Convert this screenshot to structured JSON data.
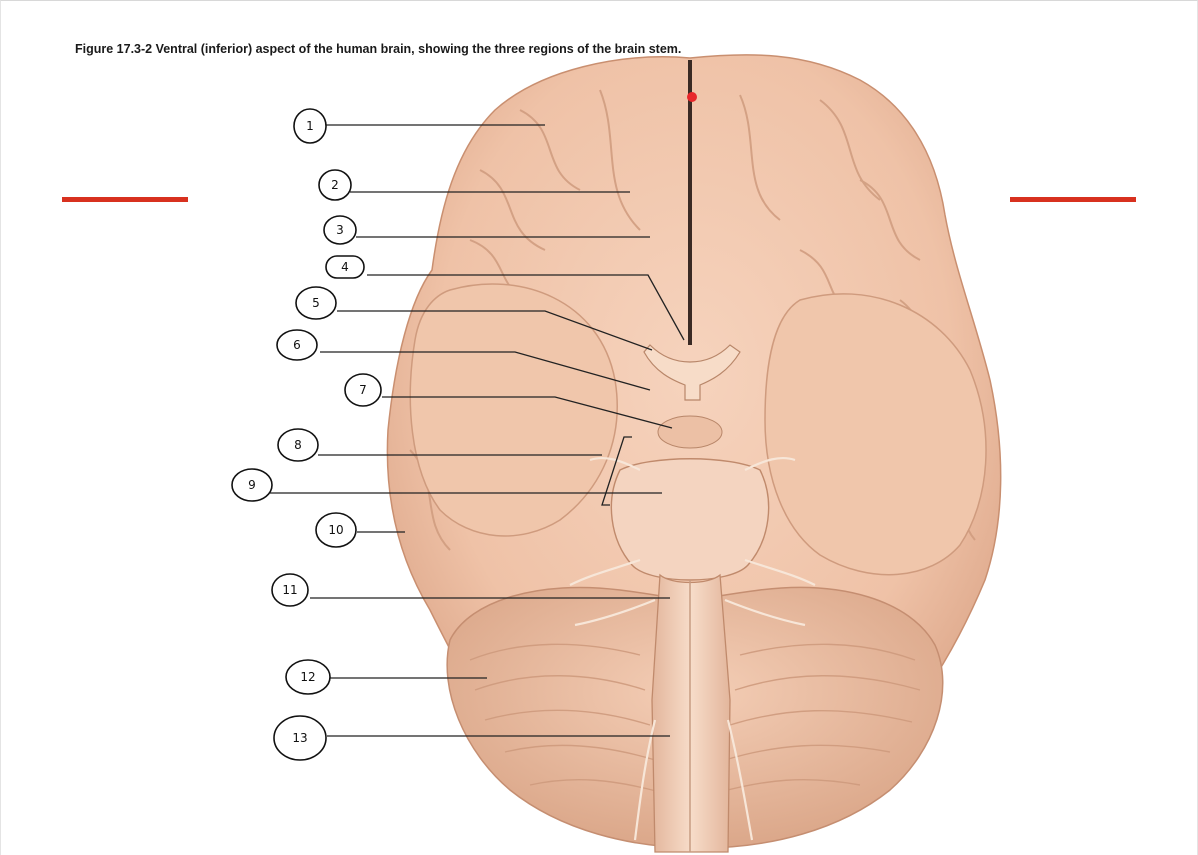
{
  "caption": "Figure 17.3-2 Ventral (inferior) aspect of the human brain, showing the three regions of the brain stem.",
  "colors": {
    "accent_bars": "#d8311f",
    "tissue": "#f2c8ae",
    "tissue_shadow": "#d9a58a",
    "leader_lines": "#222222"
  },
  "labels": [
    "1",
    "2",
    "3",
    "4",
    "5",
    "6",
    "7",
    "8",
    "9",
    "10",
    "11",
    "12",
    "13"
  ]
}
